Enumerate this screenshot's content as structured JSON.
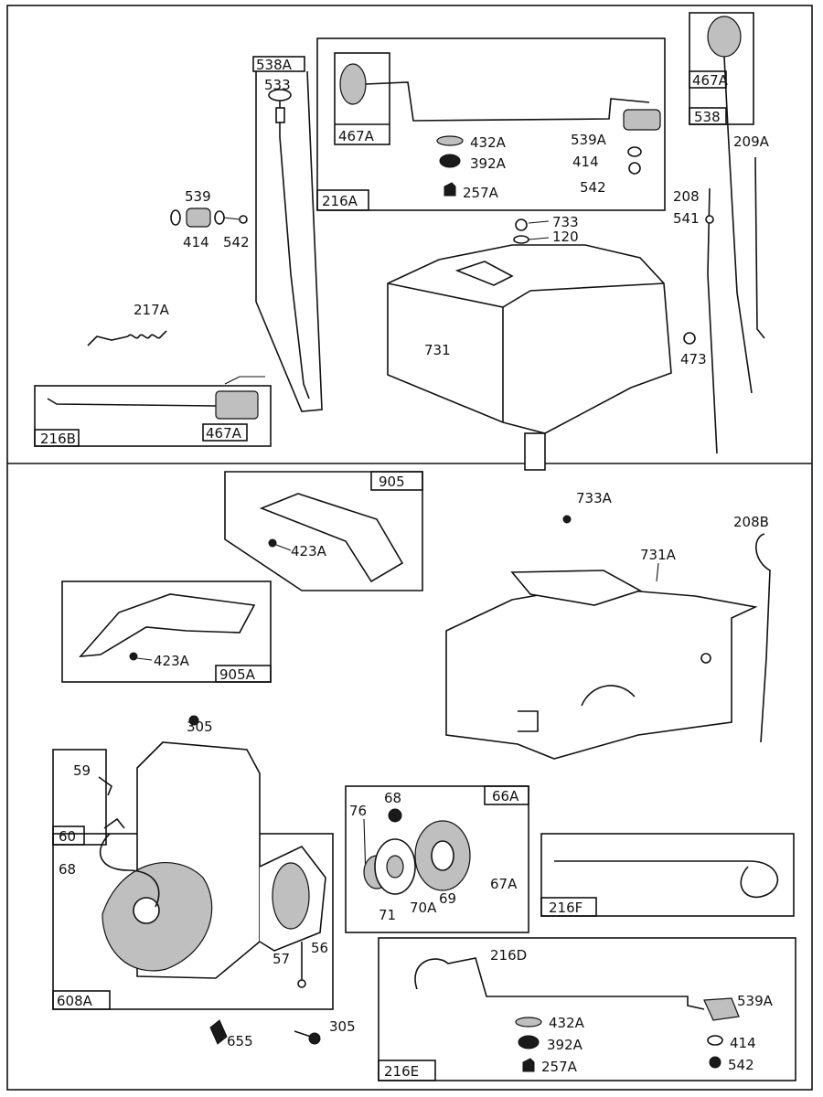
{
  "callouts": {
    "p538A": "538A",
    "p533": "533",
    "p539_left": "539",
    "p414_left": "414",
    "p542_left": "542",
    "p217A": "217A",
    "p216B": "216B",
    "p467A_bottom": "467A",
    "p467A_box": "467A",
    "p432A_top": "432A",
    "p392A_top": "392A",
    "p257A_top": "257A",
    "p539A_top": "539A",
    "p414_top": "414",
    "p542_top": "542",
    "p216A": "216A",
    "p467A_right": "467A",
    "p538": "538",
    "p209A": "209A",
    "p208": "208",
    "p541": "541",
    "p733": "733",
    "p120": "120",
    "p731": "731",
    "p473": "473",
    "p905": "905",
    "p423A_top": "423A",
    "p733A": "733A",
    "p208B": "208B",
    "p731A": "731A",
    "p905A": "905A",
    "p423A_bottom": "423A",
    "p305_top": "305",
    "p59": "59",
    "p60": "60",
    "p68_left": "68",
    "p57": "57",
    "p56": "56",
    "p608A": "608A",
    "p655": "655",
    "p305_bottom": "305",
    "p68": "68",
    "p66A": "66A",
    "p76": "76",
    "p71": "71",
    "p70A": "70A",
    "p69": "69",
    "p67A": "67A",
    "p216F": "216F",
    "p216D": "216D",
    "p539A_bottom": "539A",
    "p432A_bottom": "432A",
    "p392A_bottom": "392A",
    "p257A_bottom": "257A",
    "p414_bottom": "414",
    "p542_bottom": "542",
    "p216E": "216E"
  }
}
